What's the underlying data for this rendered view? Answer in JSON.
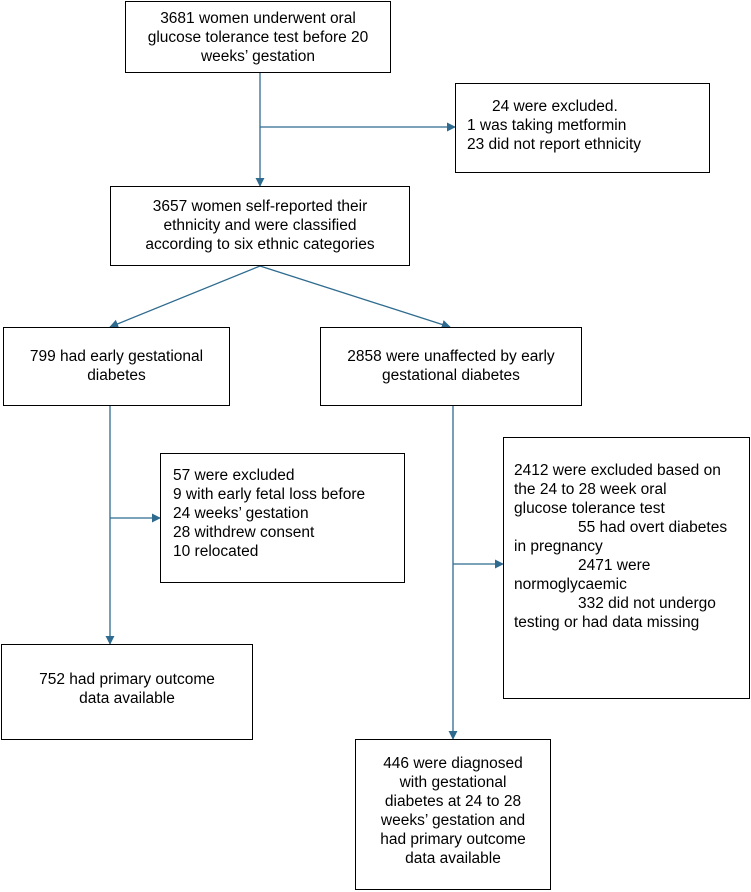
{
  "colors": {
    "arrow": "#2e6b8f",
    "border": "#000000",
    "text": "#000000"
  },
  "boxes": {
    "screened": [
      "3681 women underwent oral",
      "glucose tolerance test before 20",
      "weeks’ gestation"
    ],
    "excluded_initial": [
      "24 were excluded.",
      "1 was taking metformin",
      "23 did not report ethnicity"
    ],
    "classified": [
      "3657 women self-reported their",
      "ethnicity and were classified",
      "according to six ethnic categories"
    ],
    "early_gdm": [
      "799 had early gestational",
      "diabetes"
    ],
    "unaffected": [
      "2858 were unaffected by early",
      "gestational diabetes"
    ],
    "excluded_early": [
      "57 were excluded",
      "9 with early fetal loss before",
      "24 weeks’ gestation",
      "28 withdrew consent",
      "10 relocated"
    ],
    "excluded_late": [
      "2412 were excluded based on",
      "the 24 to 28 week oral",
      "glucose tolerance test",
      "55 had overt diabetes",
      "in pregnancy",
      "2471 were",
      "normoglycaemic",
      "332 did not undergo",
      "testing or had data missing"
    ],
    "outcome_early": [
      "752 had primary outcome",
      "data available"
    ],
    "outcome_late": [
      "446 were diagnosed",
      "with gestational",
      "diabetes at 24 to 28",
      "weeks’ gestation and",
      "had primary outcome",
      "data available"
    ]
  }
}
